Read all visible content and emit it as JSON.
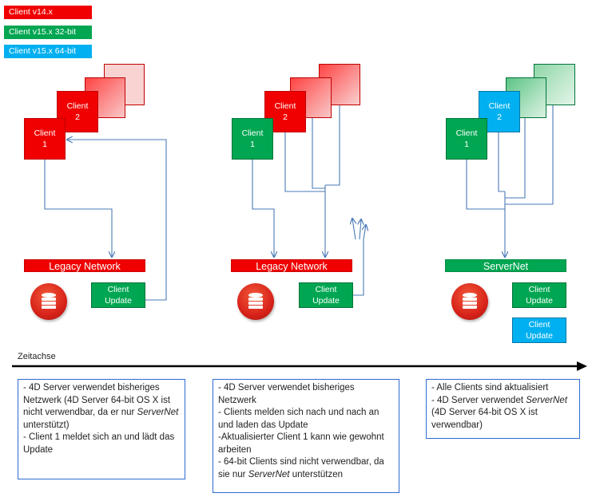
{
  "legend": {
    "v14": "Client v14.x",
    "v15_32": "Client v15.x 32-bit",
    "v15_64": "Client v15.x 64-bit"
  },
  "colors": {
    "red": "#f00000",
    "green": "#00a651",
    "blue": "#00b0f0",
    "line": "#4a7ab5"
  },
  "client1": "Client\n1",
  "client2": "Client\n2",
  "client_update": "Client\nUpdate",
  "stage1": {
    "network": "Legacy Network",
    "note": "- 4D Server verwendet bisheriges Netzwerk (4D Server 64-bit OS X ist nicht verwendbar, da er nur ServerNet unterstützt)\n- Client 1 meldet sich an und lädt das Update"
  },
  "stage2": {
    "network": "Legacy Network",
    "note": "- 4D Server verwendet bisheriges Netzwerk\n- Clients melden sich nach und nach an und laden das Update\n-Aktualisierter Client 1 kann wie gewohnt arbeiten\n- 64-bit Clients sind nicht verwendbar, da sie nur ServerNet unterstützen"
  },
  "stage3": {
    "network": "ServerNet",
    "note": "- Alle Clients sind aktualisiert\n- 4D Server verwendet ServerNet (4D Server 64-bit OS X ist verwendbar)"
  },
  "axis_label": "Zeitachse"
}
